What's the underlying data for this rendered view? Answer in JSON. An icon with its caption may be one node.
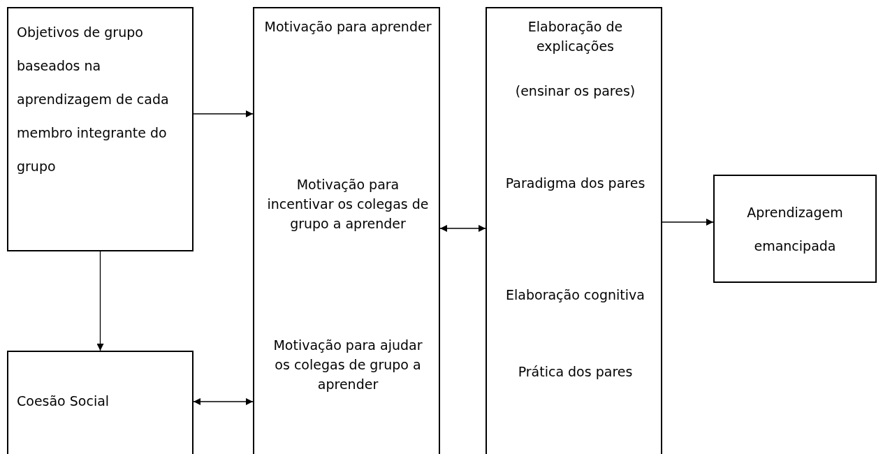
{
  "diagram": {
    "nodes": [
      {
        "text": [
          "Objetivos de grupo baseados na aprendizagem de cada membro integrante do grupo"
        ]
      },
      {
        "text": [
          "Coesão Social"
        ]
      },
      {
        "text": [
          "Motivação para aprender",
          "Motivação para incentivar os colegas de grupo a aprender",
          "Motivação para ajudar os colegas de grupo a aprender"
        ]
      },
      {
        "text": [
          "Elaboração de explicações",
          "(ensinar os pares)",
          "Paradigma dos pares",
          "Elaboração cognitiva",
          "Prática dos pares"
        ]
      },
      {
        "text": [
          "Aprendizagem emancipada"
        ]
      }
    ],
    "edges": [
      {
        "from": 0,
        "to": 2,
        "arrow": "to"
      },
      {
        "from": 0,
        "to": 1,
        "arrow": "to"
      },
      {
        "from": 1,
        "to": 2,
        "arrow": "both"
      },
      {
        "from": 2,
        "to": 3,
        "arrow": "both"
      },
      {
        "from": 3,
        "to": 4,
        "arrow": "to"
      }
    ]
  }
}
